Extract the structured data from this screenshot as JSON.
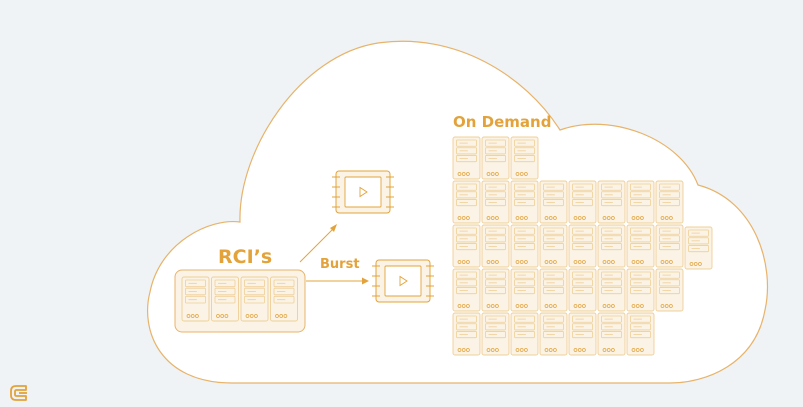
{
  "labels": {
    "rci": "RCI’s",
    "burst": "Burst",
    "on_demand": "On Demand"
  },
  "colors": {
    "background": "#eff3f5",
    "accent": "#e3a33a",
    "cloud_fill": "#ffffff",
    "server_fill": "#faf3e6"
  },
  "icons": {
    "logo": "brand-logo-icon",
    "vm": "play-icon"
  },
  "on_demand_rows": [
    3,
    8,
    9,
    8,
    7
  ],
  "rci_server_count": 4,
  "burst_vm_count": 2
}
